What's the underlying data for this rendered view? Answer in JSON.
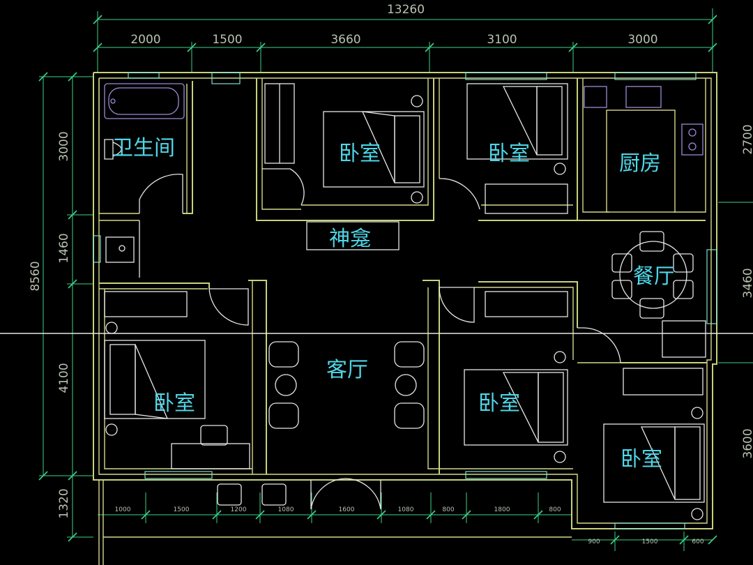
{
  "dimensions": {
    "top_total": "13260",
    "top_segments": [
      "2000",
      "1500",
      "3660",
      "3100",
      "3000"
    ],
    "left_total": "8560",
    "left_segments": [
      "3000",
      "1460",
      "4100",
      "1320"
    ],
    "right_segments": [
      "2700",
      "3460",
      "3600"
    ],
    "bottom_segments": [
      "1000",
      "1500",
      "1200",
      "1080",
      "1600",
      "1080",
      "800",
      "1800",
      "800"
    ],
    "bottom_right_segments": [
      "900",
      "1500",
      "600"
    ]
  },
  "rooms": {
    "bathroom": "卫生间",
    "bedroom_top_middle": "卧室",
    "bedroom_top_right": "卧室",
    "kitchen": "厨房",
    "shrine": "神龛",
    "dining": "餐厅",
    "living": "客厅",
    "bedroom_bottom_left": "卧室",
    "bedroom_bottom_middle": "卧室",
    "bedroom_bottom_right": "卧室"
  },
  "colors": {
    "background": "#000000",
    "wall": "#c8d27a",
    "room_label": "#4fd7e8",
    "dimension_line": "#3cd28a",
    "furniture": "#e8e8e8"
  }
}
